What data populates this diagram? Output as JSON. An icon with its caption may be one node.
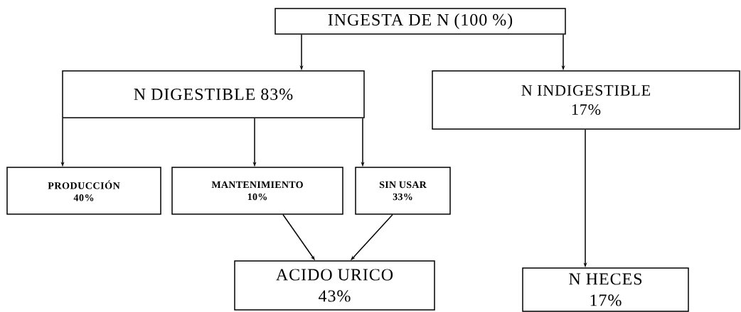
{
  "diagram": {
    "nodes": [
      {
        "text": [
          "INGESTA DE N (100 %)"
        ]
      },
      {
        "text": [
          "N DIGESTIBLE 83%"
        ]
      },
      {
        "text": [
          "N INDIGESTIBLE",
          "17%"
        ]
      },
      {
        "text": [
          "PRODUCCIÓN",
          "40%"
        ]
      },
      {
        "text": [
          "MANTENIMIENTO",
          "10%"
        ]
      },
      {
        "text": [
          "SIN USAR",
          "33%"
        ]
      },
      {
        "text": [
          "ACIDO URICO",
          "43%"
        ]
      },
      {
        "text": [
          "N HECES",
          "17%"
        ]
      }
    ],
    "edges": [
      {
        "from": 0,
        "to": 1,
        "arrow": "to"
      },
      {
        "from": 0,
        "to": 2,
        "arrow": "to"
      },
      {
        "from": 1,
        "to": 3,
        "arrow": "to"
      },
      {
        "from": 1,
        "to": 4,
        "arrow": "to"
      },
      {
        "from": 1,
        "to": 5,
        "arrow": "to"
      },
      {
        "from": 4,
        "to": 6,
        "arrow": "to"
      },
      {
        "from": 5,
        "to": 6,
        "arrow": "to"
      },
      {
        "from": 2,
        "to": 7,
        "arrow": "to"
      }
    ]
  }
}
